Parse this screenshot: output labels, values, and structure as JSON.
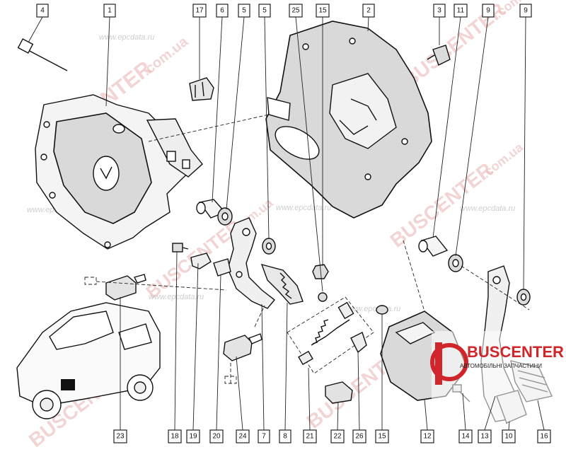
{
  "callouts": [
    {
      "id": "4",
      "label": "4"
    },
    {
      "id": "1",
      "label": "1"
    },
    {
      "id": "17",
      "label": "17"
    },
    {
      "id": "6",
      "label": "6"
    },
    {
      "id": "5a",
      "label": "5"
    },
    {
      "id": "5b",
      "label": "5"
    },
    {
      "id": "25",
      "label": "25"
    },
    {
      "id": "15a",
      "label": "15"
    },
    {
      "id": "2",
      "label": "2"
    },
    {
      "id": "3",
      "label": "3"
    },
    {
      "id": "11",
      "label": "11"
    },
    {
      "id": "9a",
      "label": "9"
    },
    {
      "id": "9b",
      "label": "9"
    },
    {
      "id": "23",
      "label": "23"
    },
    {
      "id": "18",
      "label": "18"
    },
    {
      "id": "19",
      "label": "19"
    },
    {
      "id": "20",
      "label": "20"
    },
    {
      "id": "24",
      "label": "24"
    },
    {
      "id": "7",
      "label": "7"
    },
    {
      "id": "8",
      "label": "8"
    },
    {
      "id": "21",
      "label": "21"
    },
    {
      "id": "22",
      "label": "22"
    },
    {
      "id": "26",
      "label": "26"
    },
    {
      "id": "15b",
      "label": "15"
    },
    {
      "id": "12",
      "label": "12"
    },
    {
      "id": "14",
      "label": "14"
    },
    {
      "id": "13",
      "label": "13"
    },
    {
      "id": "10",
      "label": "10"
    },
    {
      "id": "16",
      "label": "16"
    }
  ],
  "watermarks": {
    "brand": "BUSCENTER",
    "domain": ".com.ua",
    "site": "www.epcdata.ru"
  },
  "logo": {
    "name": "BUSCENTER",
    "tagline": "АВТОМОБІЛЬНІ ЗАПЧАСТИНИ"
  },
  "colors": {
    "watermark": "#e8b2b2",
    "logo_red": "#d0262b",
    "line": "#111111",
    "speckle_fill": "#d9d9d9"
  }
}
